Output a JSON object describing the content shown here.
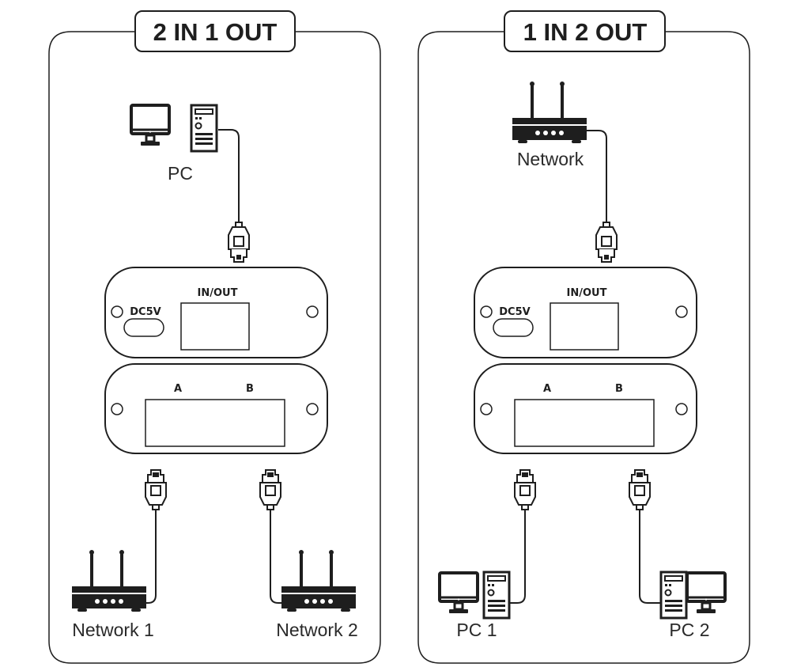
{
  "panels": [
    {
      "id": "left",
      "title": "2 IN 1 OUT",
      "top_device": {
        "type": "pc",
        "label": "PC"
      },
      "switch": {
        "upper_port_label": "IN/OUT",
        "power_label": "DC5V",
        "lower_port_labels": [
          "A",
          "B"
        ]
      },
      "bottom_devices": [
        {
          "type": "router",
          "label": "Network 1"
        },
        {
          "type": "router",
          "label": "Network 2"
        }
      ]
    },
    {
      "id": "right",
      "title": "1 IN 2 OUT",
      "top_device": {
        "type": "router",
        "label": "Network"
      },
      "switch": {
        "upper_port_label": "IN/OUT",
        "power_label": "DC5V",
        "lower_port_labels": [
          "A",
          "B"
        ]
      },
      "bottom_devices": [
        {
          "type": "pc",
          "label": "PC 1"
        },
        {
          "type": "pc",
          "label": "PC 2"
        }
      ]
    }
  ],
  "colors": {
    "ink": "#1e1e1e",
    "background": "#ffffff"
  }
}
